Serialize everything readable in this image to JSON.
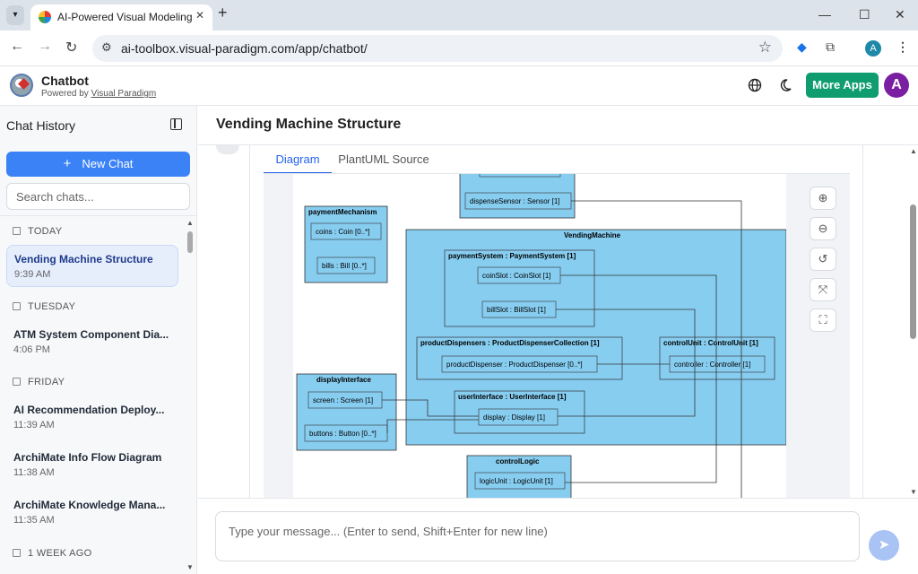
{
  "browser": {
    "tab_title": "AI-Powered Visual Modeling Ch",
    "url": "ai-toolbox.visual-paradigm.com/app/chatbot/",
    "profile_initial": "A"
  },
  "app": {
    "title": "Chatbot",
    "powered_by": "Powered by",
    "powered_link": "Visual Paradigm",
    "more_apps": "More Apps",
    "avatar_initial": "A"
  },
  "sidebar": {
    "title": "Chat History",
    "new_chat": "New Chat",
    "search_placeholder": "Search chats...",
    "sections": [
      "TODAY",
      "TUESDAY",
      "FRIDAY",
      "1 WEEK AGO"
    ],
    "items": [
      {
        "title": "Vending Machine Structure",
        "time": "9:39 AM"
      },
      {
        "title": "ATM System Component Dia...",
        "time": "4:06 PM"
      },
      {
        "title": "AI Recommendation Deploy...",
        "time": "11:39 AM"
      },
      {
        "title": "ArchiMate Info Flow Diagram",
        "time": "11:38 AM"
      },
      {
        "title": "ArchiMate Knowledge Mana...",
        "time": "11:35 AM"
      }
    ]
  },
  "main": {
    "title": "Vending Machine Structure",
    "tabs": [
      "Diagram",
      "PlantUML Source"
    ],
    "composer_placeholder": "Type your message... (Enter to send, Shift+Enter for new line)"
  },
  "diagram": {
    "payment_mechanism": {
      "title": "paymentMechanism",
      "parts": [
        "coins : Coin [0..*]",
        "bills : Bill [0..*]"
      ]
    },
    "dispense_sensor": "dispenseSensor : Sensor [1]",
    "vending_machine": "VendingMachine",
    "payment_system": {
      "title": "paymentSystem : PaymentSystem [1]",
      "parts": [
        "coinSlot : CoinSlot [1]",
        "billSlot : BillSlot [1]"
      ]
    },
    "product_dispensers": {
      "title": "productDispensers : ProductDispenserCollection [1]",
      "parts": [
        "productDispenser : ProductDispenser [0..*]"
      ]
    },
    "control_unit": {
      "title": "controlUnit : ControlUnit [1]",
      "parts": [
        "controller : Controller [1]"
      ]
    },
    "user_interface": {
      "title": "userInterface : UserInterface [1]",
      "parts": [
        "display : Display [1]"
      ]
    },
    "display_interface": {
      "title": "displayInterface",
      "parts": [
        "screen : Screen [1]",
        "buttons : Button [0..*]"
      ]
    },
    "control_logic": {
      "title": "controlLogic",
      "parts": [
        "logicUnit : LogicUnit [1]"
      ]
    }
  },
  "colors": {
    "accent": "#3b82f6",
    "more_apps": "#0f9d6f",
    "avatar": "#7b1fa2",
    "diagram_fill": "#87cdf0"
  },
  "icons": [
    "globe-icon",
    "moon-icon",
    "zoom-in-icon",
    "zoom-out-icon",
    "reset-icon",
    "fit-icon",
    "fullscreen-icon",
    "send-icon"
  ]
}
